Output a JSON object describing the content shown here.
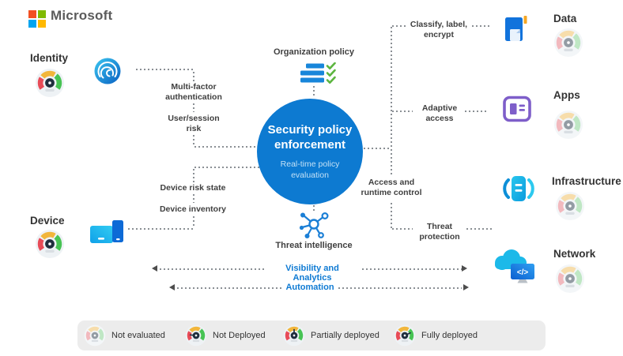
{
  "brand": {
    "name": "Microsoft"
  },
  "center": {
    "title": "Security policy enforcement",
    "subtitle": "Real-time policy evaluation"
  },
  "nodes": {
    "organization_policy": "Organization policy",
    "threat_intelligence": "Threat intelligence"
  },
  "pillars": [
    {
      "label": "Identity",
      "status": "vivid"
    },
    {
      "label": "Device",
      "status": "vivid"
    },
    {
      "label": "Data",
      "status": "muted"
    },
    {
      "label": "Apps",
      "status": "muted"
    },
    {
      "label": "Infrastructure",
      "status": "muted"
    },
    {
      "label": "Network",
      "status": "muted"
    }
  ],
  "connectors": {
    "multi_factor": "Multi-factor authentication",
    "user_session_risk": "User/session risk",
    "device_risk_state": "Device risk state",
    "device_inventory": "Device inventory",
    "classify_label_encrypt": "Classify, label, encrypt",
    "adaptive_access": "Adaptive access",
    "access_runtime_control": "Access and runtime control",
    "threat_protection": "Threat protection"
  },
  "bands": {
    "visibility": "Visibility and Analytics",
    "automation": "Automation"
  },
  "legend": {
    "items": [
      {
        "label": "Not evaluated",
        "state": "not-evaluated"
      },
      {
        "label": "Not Deployed",
        "state": "needle-left"
      },
      {
        "label": "Partially deployed",
        "state": "needle-up"
      },
      {
        "label": "Fully deployed",
        "state": "needle-right"
      }
    ]
  },
  "colors": {
    "accent_blue": "#0d7ad1",
    "band_text": "#0e7ad3",
    "legend_bg": "#ececec",
    "ms_logo": {
      "red": "#f25022",
      "green": "#7fba00",
      "blue": "#00a4ef",
      "yellow": "#ffb900"
    },
    "gauge": {
      "vivid": {
        "red": "#e84b57",
        "orange": "#f2b63b",
        "green": "#47c353"
      },
      "muted": {
        "red": "#f2b9be",
        "orange": "#f7ddab",
        "green": "#bfe7c4"
      },
      "hub": "#202e3e",
      "hub_muted": "#939ca4",
      "base": "#d9dee3"
    }
  }
}
